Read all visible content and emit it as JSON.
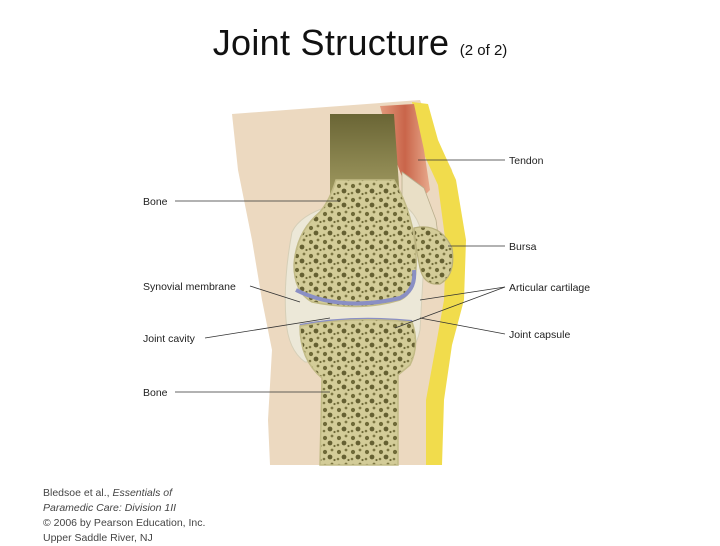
{
  "title": {
    "main": "Joint Structure",
    "sub": "(2 of 2)"
  },
  "labels": {
    "tendon": "Tendon",
    "bone_upper": "Bone",
    "bursa": "Bursa",
    "synovial_membrane": "Synovial membrane",
    "articular_cartilage": "Articular cartilage",
    "joint_cavity": "Joint cavity",
    "joint_capsule": "Joint capsule",
    "bone_lower": "Bone"
  },
  "credit": {
    "authors": "Bledsoe et al.,",
    "book": "Essentials of Paramedic Care: Division 1II",
    "copyright": "© 2006 by Pearson Education,",
    "publisher": "Inc. Upper Saddle River, NJ"
  },
  "colors": {
    "skin": "#ecd9c0",
    "bone": "#d9d3a6",
    "marrow": "#6f6a38",
    "cartilage": "#8a8fc4",
    "fat": "#f1dc4c",
    "muscle": "#cf7355",
    "capsule": "#ece8d8"
  }
}
